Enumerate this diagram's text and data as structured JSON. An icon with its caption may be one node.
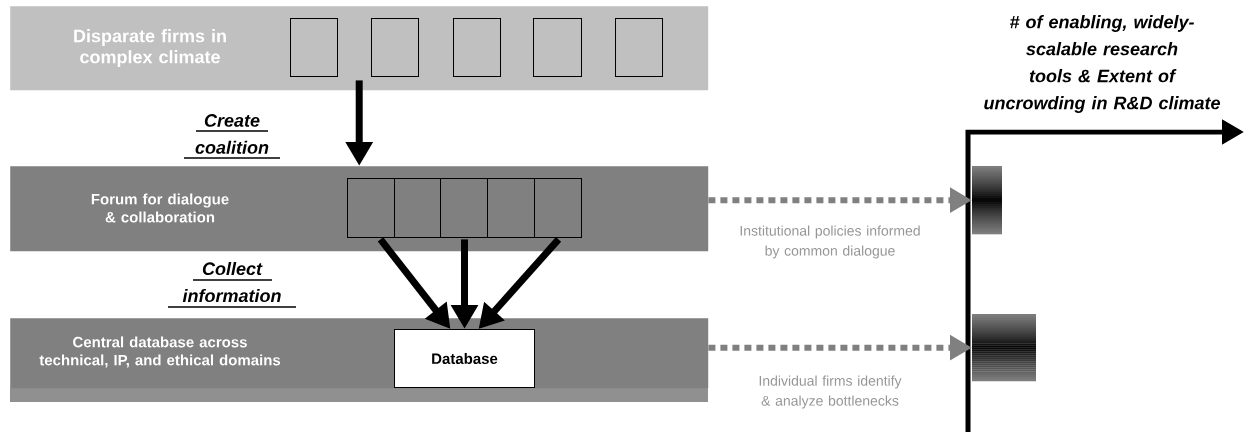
{
  "diagram": {
    "nodes": [
      {
        "text": [
          "Disparate firms in complex climate"
        ]
      },
      {
        "text": [],
        "shape": "box",
        "in": 0
      },
      {
        "text": [],
        "shape": "box",
        "in": 0
      },
      {
        "text": [],
        "shape": "box",
        "in": 0
      },
      {
        "text": [],
        "shape": "box",
        "in": 0
      },
      {
        "text": [],
        "shape": "box",
        "in": 0
      },
      {
        "text": [
          "Forum for dialogue & collaboration"
        ]
      },
      {
        "text": [],
        "shape": "box",
        "in": 6
      },
      {
        "text": [],
        "shape": "box",
        "in": 6
      },
      {
        "text": [],
        "shape": "box",
        "in": 6
      },
      {
        "text": [],
        "shape": "box",
        "in": 6
      },
      {
        "text": [],
        "shape": "box",
        "in": 6
      },
      {
        "text": [
          "Central database across technical, IP, and ethical domains"
        ]
      },
      {
        "text": [
          "Database"
        ],
        "in": 12
      },
      {
        "text": [],
        "shape": "bar"
      },
      {
        "text": [],
        "shape": "bar"
      }
    ],
    "edges": [
      {
        "from": 0,
        "to": 6,
        "arrow": "to"
      },
      {
        "from": 6,
        "to": 13,
        "arrow": "to"
      },
      {
        "from": 6,
        "to": 13,
        "arrow": "to"
      },
      {
        "from": 6,
        "to": 13,
        "arrow": "to"
      },
      {
        "from": 6,
        "to": 14,
        "arrow": "to",
        "label": "Institutional policies informed by common dialogue",
        "style": "dashed",
        "color": "#808080"
      },
      {
        "from": 12,
        "to": 15,
        "arrow": "to",
        "label": "Individual firms identify & analyze bottlenecks",
        "style": "dashed",
        "color": "#808080"
      }
    ],
    "labels": [
      "# of enabling, widely-scalable research tools & Extent of uncrowding in R&D climate",
      "Create coalition",
      "Collect information"
    ]
  }
}
